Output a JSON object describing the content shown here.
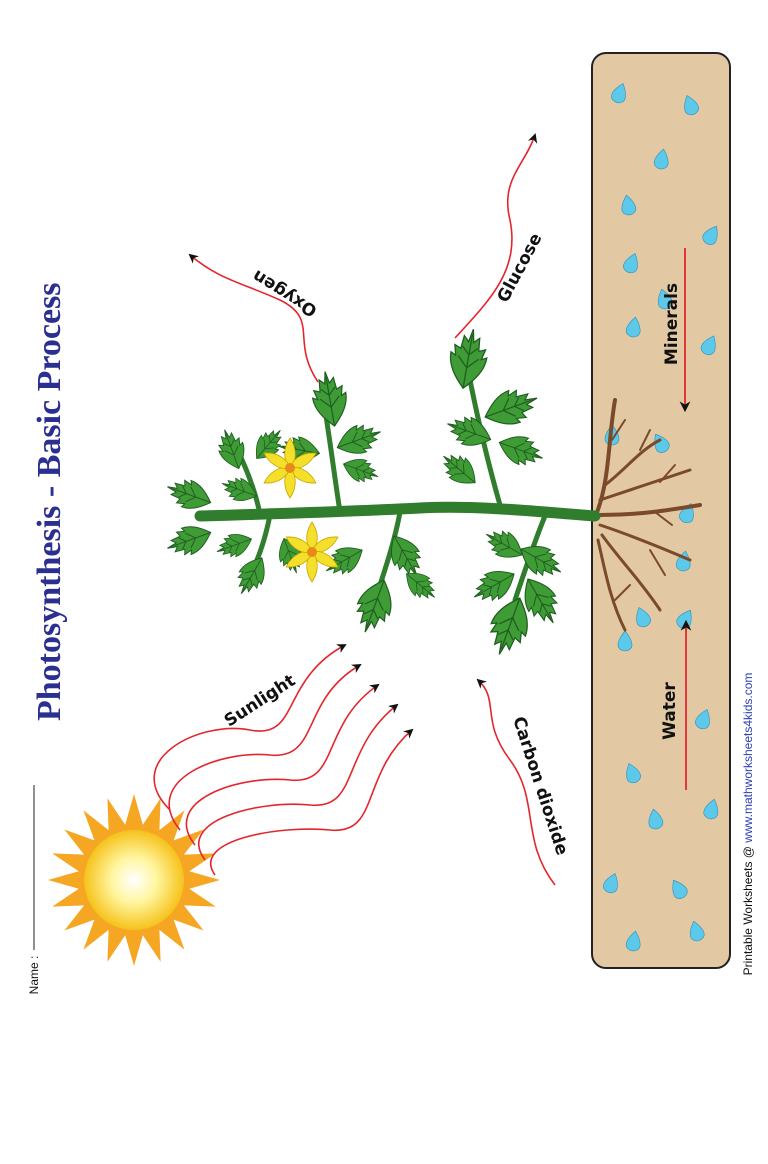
{
  "worksheet": {
    "title": "Photosynthesis - Basic Process",
    "name_label": "Name :",
    "footer_prefix": "Printable Worksheets @ ",
    "footer_link": "www.mathworksheets4kids.com"
  },
  "labels": {
    "sunlight": "Sunlight",
    "oxygen": "Oxygen",
    "glucose": "Glucose",
    "carbon_dioxide": "Carbon dioxide",
    "minerals": "Minerals",
    "water": "Water"
  },
  "colors": {
    "title": "#2b2f8f",
    "arrow": "#e3262d",
    "soil": "#e2c9a4",
    "leaf": "#3f9b35",
    "stem": "#2f7d2d",
    "root": "#7a4a2a",
    "flower": "#f4df2a",
    "sun": "#f5a623",
    "water_drop": "#5cc8ea"
  }
}
